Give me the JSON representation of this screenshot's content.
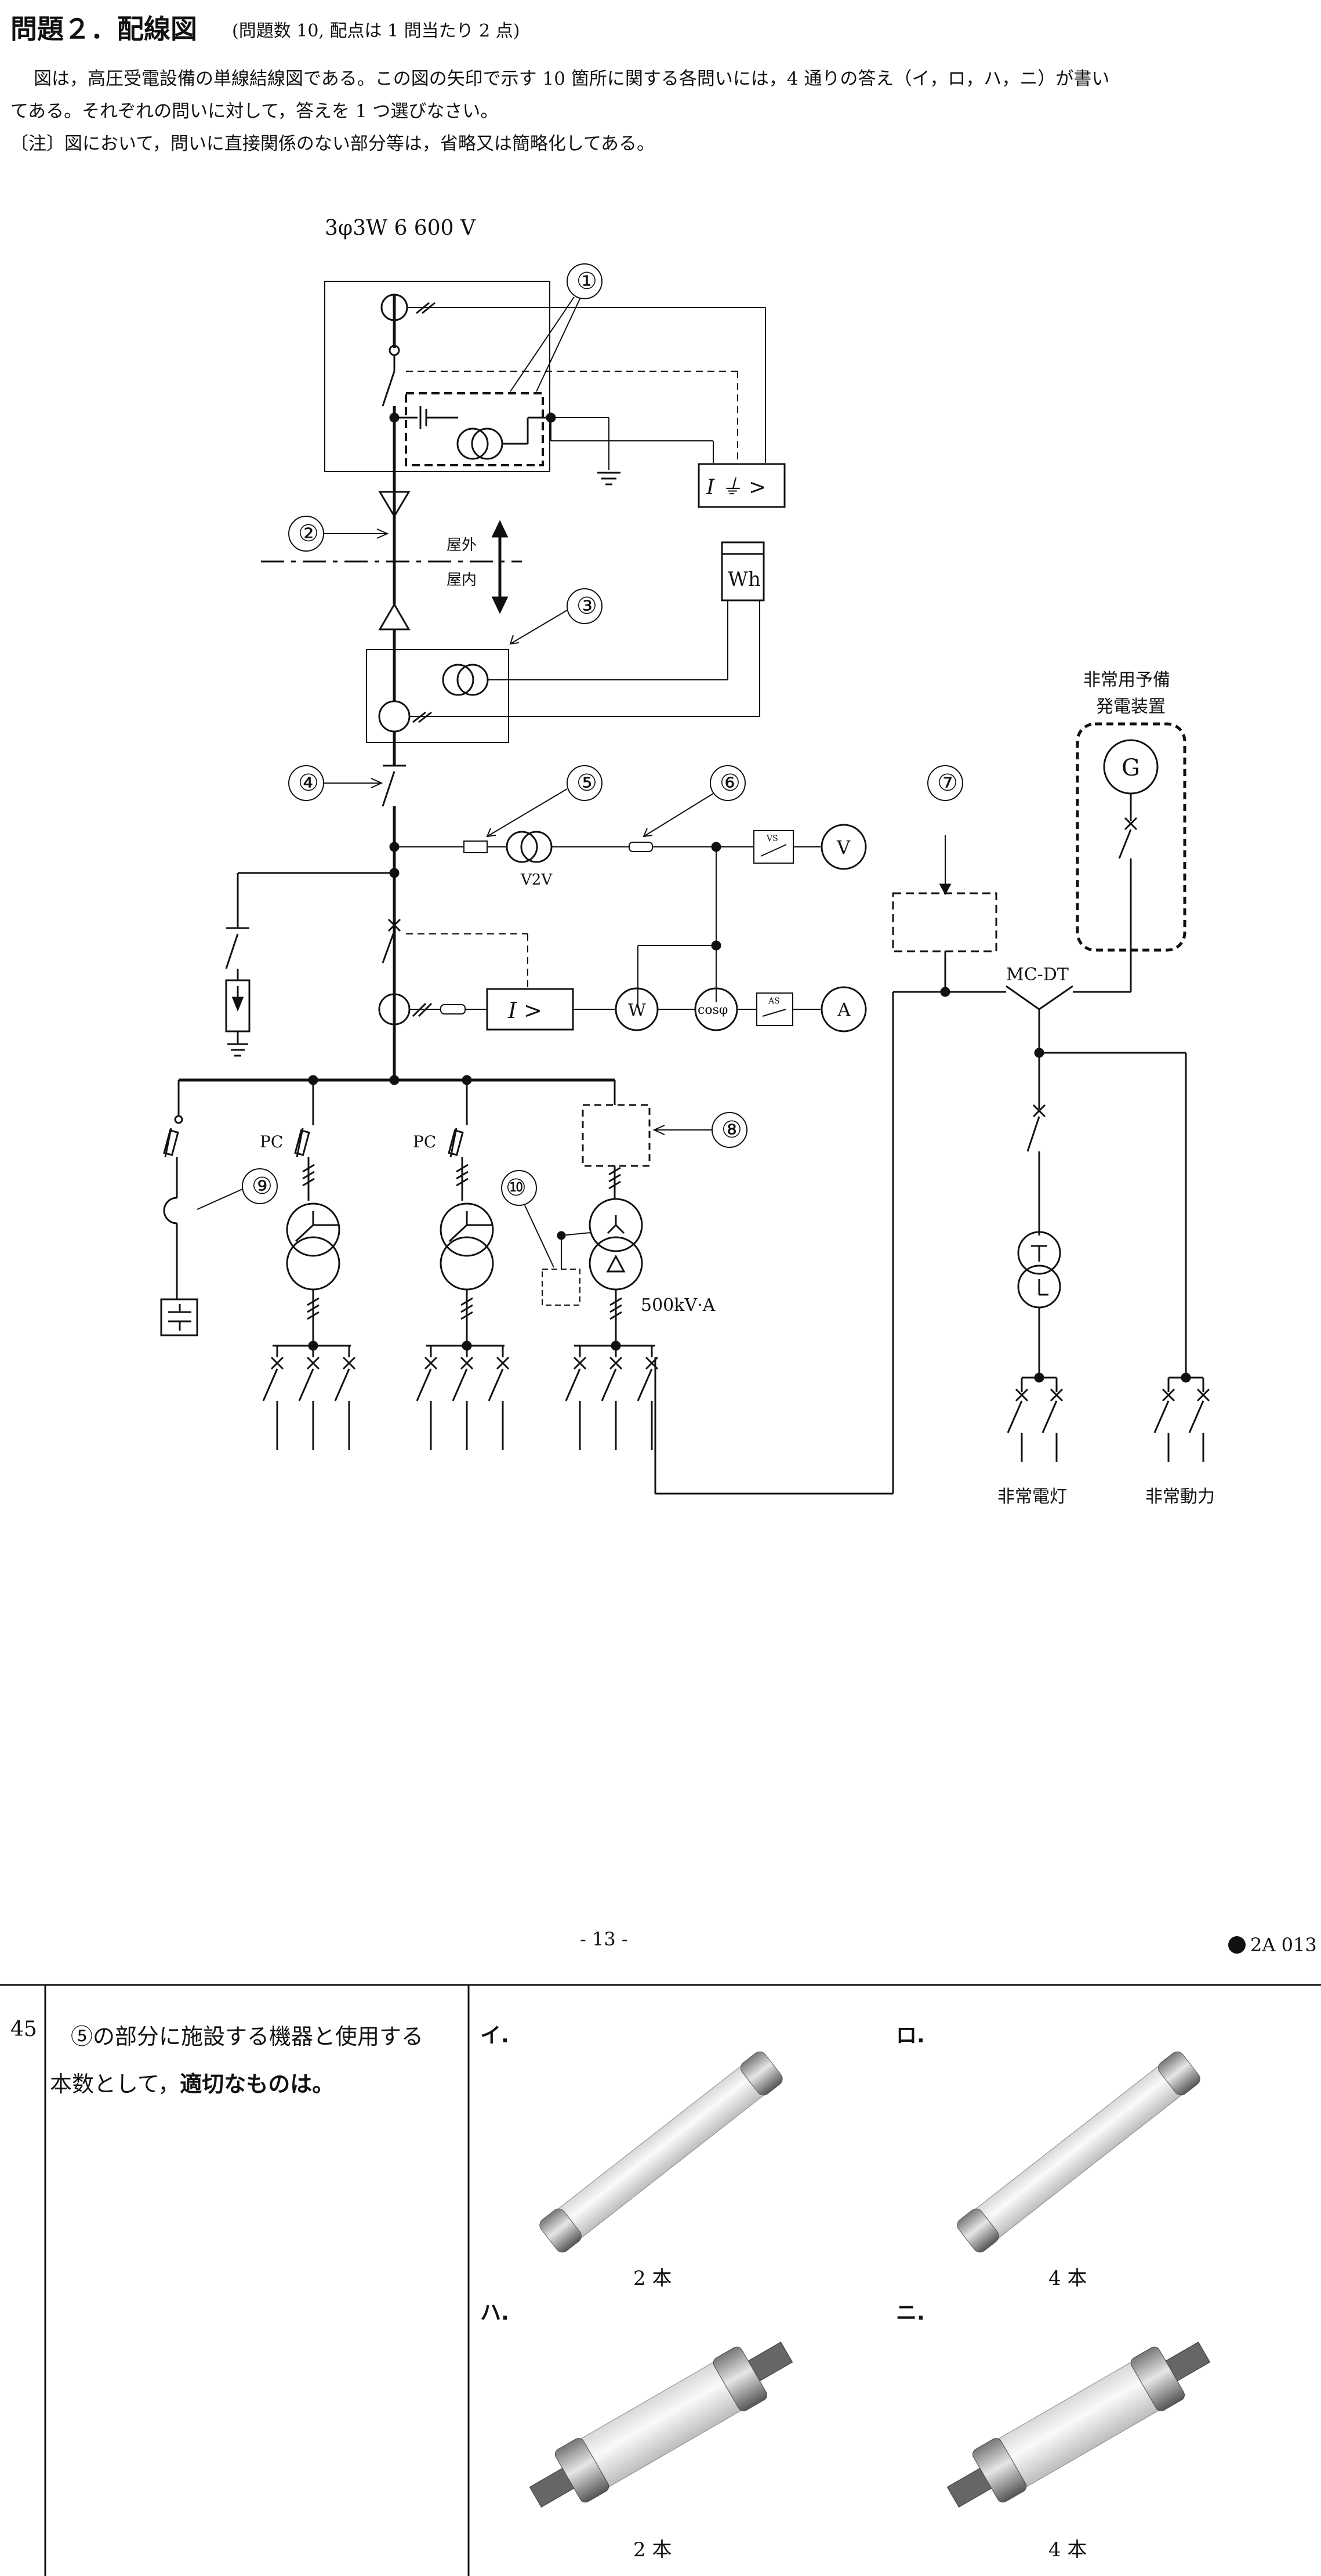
{
  "header": {
    "title": "問題２．配線図",
    "subtitle": "(問題数 10, 配点は 1 問当たり 2 点)"
  },
  "intro": {
    "line1": "図は，高圧受電設備の単線結線図である。この図の矢印で示す 10 箇所に関する各問いには，4 通りの答え（イ，ロ，ハ，ニ）が書い",
    "line2": "てある。それぞれの問いに対して，答えを 1 つ選びなさい。",
    "line3": "〔注〕図において，問いに直接関係のない部分等は，省略又は簡略化してある。"
  },
  "diagram": {
    "supply_label": "3φ3W  6 600 V",
    "outdoor": "屋外",
    "indoor": "屋内",
    "wh": "Wh",
    "v2v": "V2V",
    "vs": "VS",
    "as": "AS",
    "v": "V",
    "a": "A",
    "w": "W",
    "cos": "cosφ",
    "relay_ig": "I ⏚ >",
    "relay_i": "I  >",
    "pc1": "PC",
    "pc2": "PC",
    "kva": "500kV·A",
    "mcdt": "MC-DT",
    "gen_line1": "非常用予備",
    "gen_line2": "発電装置",
    "gen": "G",
    "emergency_light": "非常電灯",
    "emergency_power": "非常動力",
    "markers": [
      "①",
      "②",
      "③",
      "④",
      "⑤",
      "⑥",
      "⑦",
      "⑧",
      "⑨",
      "⑩"
    ]
  },
  "footer": {
    "page": "- 13 -",
    "code": "2A  013"
  },
  "question": {
    "number": "45",
    "text_line1": "⑤の部分に施設する機器と使用する",
    "text_line2_pre": "本数として，",
    "text_line2_strong": "適切なものは。",
    "options": [
      {
        "label": "イ.",
        "caption": "2 本"
      },
      {
        "label": "ロ.",
        "caption": "4 本"
      },
      {
        "label": "ハ.",
        "caption": "2 本"
      },
      {
        "label": "ニ.",
        "caption": "4 本"
      }
    ]
  }
}
